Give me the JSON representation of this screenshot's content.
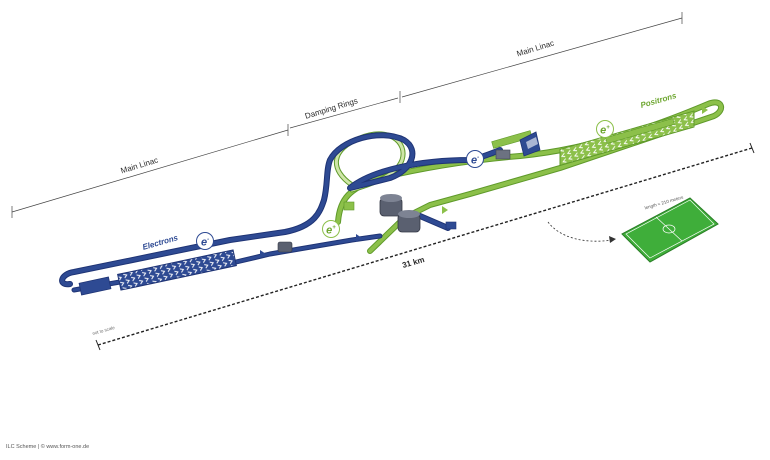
{
  "diagram": {
    "section_labels": {
      "main_linac_left": "Main Linac",
      "damping_rings": "Damping Rings",
      "main_linac_right": "Main Linac"
    },
    "beams": {
      "electrons": "Electrons",
      "positrons": "Positrons",
      "electron_symbol": "e",
      "electron_charge": "-",
      "positron_symbol": "e",
      "positron_charge": "+"
    },
    "length_label": "31 km",
    "scale_note": "not to scale",
    "field_note": "length = 210 meters",
    "credit": "ILC Scheme | © www.form-one.de",
    "colors": {
      "electron_line": "#2e4a93",
      "electron_dark": "#1f3475",
      "positron_line": "#8cc04a",
      "positron_dark": "#5f9a2a",
      "field": "#3fae3a",
      "magnet": "#5a6070"
    }
  }
}
